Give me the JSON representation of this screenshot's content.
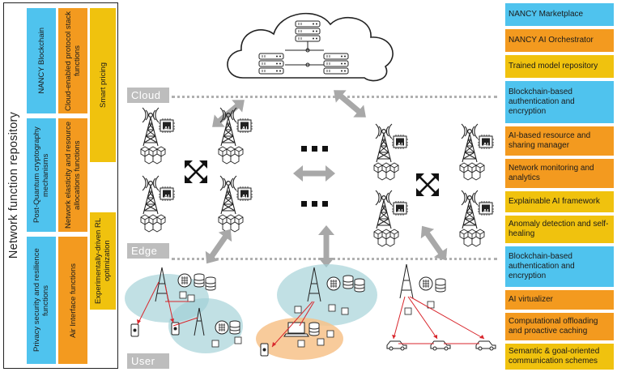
{
  "repository": {
    "title": "Network function repository",
    "columns": [
      [
        {
          "label": "NANCY Blockchain",
          "color": "blue"
        },
        {
          "label": "Post-Quantum cryptography mechanisms",
          "color": "blue"
        },
        {
          "label": "Privacy security and resilience functions",
          "color": "blue"
        }
      ],
      [
        {
          "label": "Cloud-enabled protocol stack functions",
          "color": "orange"
        },
        {
          "label": "Network elasticity and resource allocations functions",
          "color": "orange"
        },
        {
          "label": "Air Interface functions",
          "color": "orange"
        }
      ],
      [
        {
          "label": "Smart pricing",
          "color": "yellow"
        },
        {
          "label": "Experimentally-driven RL optimization",
          "color": "yellow"
        }
      ]
    ]
  },
  "layers": {
    "cloud": "Cloud",
    "edge": "Edge",
    "user": "User"
  },
  "ai_chip_label": "AI",
  "services": [
    {
      "label": "NANCY Marketplace",
      "color": "blue"
    },
    {
      "label": "NANCY AI Orchestrator",
      "color": "orange"
    },
    {
      "label": "Trained model repository",
      "color": "yellow"
    },
    {
      "label": "Blockchain-based authentication and encryption",
      "color": "blue"
    },
    {
      "label": "AI-based resource and sharing manager",
      "color": "orange"
    },
    {
      "label": "Network monitoring and analytics",
      "color": "orange"
    },
    {
      "label": "Explainable AI framework",
      "color": "yellow"
    },
    {
      "label": "Anomaly detection and self-healing",
      "color": "yellow"
    },
    {
      "label": "Blockchain-based authentication and encryption",
      "color": "blue"
    },
    {
      "label": "AI virtualizer",
      "color": "orange"
    },
    {
      "label": "Computational offloading and proactive caching",
      "color": "orange"
    },
    {
      "label": "Semantic & goal-oriented communication schemes",
      "color": "yellow"
    }
  ],
  "colors": {
    "blue": "#4fc3ee",
    "orange": "#f39a1f",
    "yellow": "#f0c20e",
    "gray_arrow": "#a8a8a8",
    "red_link": "#d8262c"
  }
}
